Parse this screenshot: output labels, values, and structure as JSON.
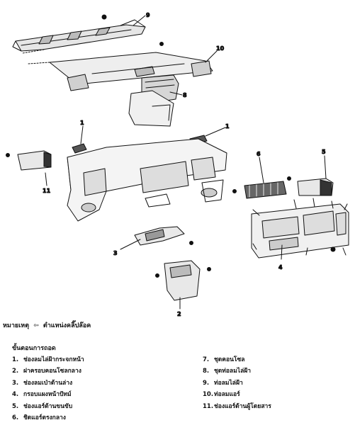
{
  "callouts": {
    "c1a": "1",
    "c1b": "1",
    "c2": "2",
    "c3": "3",
    "c4": "4",
    "c5": "5",
    "c6": "6",
    "c8": "8",
    "c9": "9",
    "c10": "10",
    "c11": "11"
  },
  "note": {
    "label": "หมายเหตุ",
    "symbol": "⇦",
    "text": "ตำแหน่งคลิ๊ปล๊อค"
  },
  "procedure": {
    "heading": "ขั้นตอนการถอด",
    "steps": [
      {
        "num": "1.",
        "text": "ช่องลมไล่ฝ้ากระจกหน้า"
      },
      {
        "num": "2.",
        "text": "ฝาครอบคอนโซลกลาง"
      },
      {
        "num": "3.",
        "text": "ช่องลมเป่าด้านล่าง"
      },
      {
        "num": "4.",
        "text": "กรอบแผงหน้าปัทม์"
      },
      {
        "num": "5.",
        "text": "ช่องแอร์ด้านขนขับ"
      },
      {
        "num": "6.",
        "text": "ชิดแอร์ตรงกลาง"
      },
      {
        "num": "7.",
        "text": "ชุดคอนโซล"
      },
      {
        "num": "8.",
        "text": "ชุดท่อลมไล่ฝ้า"
      },
      {
        "num": "9.",
        "text": "ท่อลมไล่ฝ้า"
      },
      {
        "num": "10.",
        "text": "ท่อลมแอร์"
      },
      {
        "num": "11.",
        "text": "ช่องแอร์ด้านผู้โดยสาร"
      }
    ]
  }
}
